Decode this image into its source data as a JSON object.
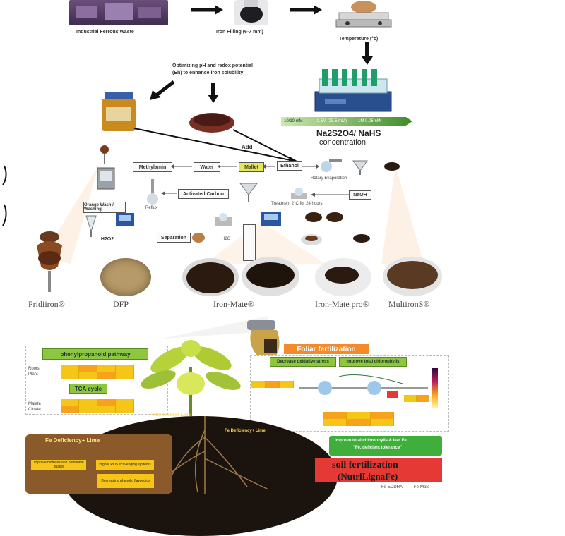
{
  "top": {
    "waste_label": "Industrial Ferrous Waste",
    "filing_label": "Iron Filling (6-7 mm)",
    "temperature_label": "Temperature (°c)",
    "optimizing_label_1": "Optimizing pH and redox potential",
    "optimizing_label_2": "(Eh) to enhance iron solubility",
    "conc_label_line1": "Na2S2O4/ NaHS",
    "conc_label_line2": "concentration",
    "conc_bar": [
      "10/10 mM",
      "0.5M (25.5 mM)",
      "1M 0.05mM"
    ],
    "add_label": "Add"
  },
  "process": {
    "methylamin": "Methylamin",
    "water": "Water",
    "mallet": "Mallet",
    "ethanol": "Ethanol",
    "rotary": "Rotary Evaporation",
    "naoh": "NaOH",
    "activated_carbon": "Activated Carbon",
    "reflux": "Reflux",
    "treatment": "Treatment 2°C for 24 hours",
    "orange_label": "Orange Wash / Washing",
    "h2o2": "H2O2",
    "h2o": "H2O",
    "separation": "Separation"
  },
  "products": [
    "Pridiiron®",
    "DFP",
    "Iron-Mate®",
    "Iron-Mate pro®",
    "MultironS®"
  ],
  "foliar": {
    "title": "Foliar fertilization",
    "box1": "Decrease oxidative stress",
    "box2": "Improve total chlorophylls"
  },
  "left_panel": {
    "phenyl": "phenylpropanoid pathway",
    "tca": "TCA cycle",
    "legend_a": [
      "Roots",
      "Plant"
    ],
    "legend_b": [
      "Malate",
      "Citrate"
    ]
  },
  "right_panel": {
    "legend_bottom": [
      "Fe-EDDHA",
      "Fe-Mate"
    ]
  },
  "soil": {
    "plant_label": "Fe Deficiency+ Lime",
    "soil_label": "Fe Deficiency+ Lime",
    "defic_title": "Fe Deficiency+ Lime",
    "tolerance": "Improve total chlorophylls & leaf Fe",
    "tolerance2": "\"Fe. deficient tolerance\"",
    "soil_fert_line1": "soil fertilization",
    "soil_fert_line2": "(NutriLignaFe)",
    "defic_boxes": [
      "Improve biomass and nutritional quality",
      "Higher ROS scavenging systems",
      "Decreasing phenolic flavonoids"
    ]
  },
  "colors": {
    "arrow": "#111111",
    "green": "#8dc63f",
    "orange": "#f7a21b",
    "yellow": "#f5c518",
    "red": "#e53935",
    "soil": "#1b130d",
    "brown": "#7a5528"
  }
}
